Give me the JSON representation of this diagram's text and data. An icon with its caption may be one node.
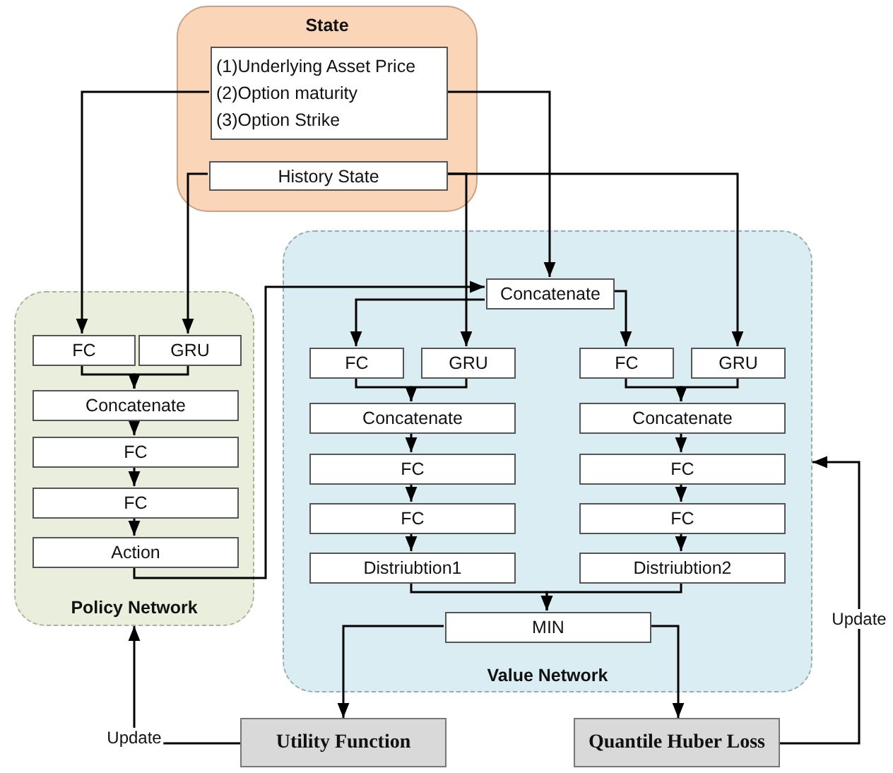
{
  "diagram": {
    "nodes": [
      {
        "text": [
          "State"
        ]
      },
      {
        "text": [
          "(1)Underlying Asset Price",
          "(2)Option maturity",
          "(3)Option Strike"
        ],
        "in": 0
      },
      {
        "text": [
          "History State"
        ],
        "in": 0
      },
      {
        "text": [
          "Policy Network"
        ]
      },
      {
        "text": [
          "FC"
        ],
        "in": 3
      },
      {
        "text": [
          "GRU"
        ],
        "in": 3
      },
      {
        "text": [
          "Concatenate"
        ],
        "in": 3
      },
      {
        "text": [
          "FC"
        ],
        "in": 3
      },
      {
        "text": [
          "FC"
        ],
        "in": 3
      },
      {
        "text": [
          "Action"
        ],
        "in": 3
      },
      {
        "text": [
          "Value Network"
        ]
      },
      {
        "text": [
          "Concatenate"
        ],
        "in": 10
      },
      {
        "text": [
          "FC"
        ],
        "in": 10
      },
      {
        "text": [
          "GRU"
        ],
        "in": 10
      },
      {
        "text": [
          "Concatenate"
        ],
        "in": 10
      },
      {
        "text": [
          "FC"
        ],
        "in": 10
      },
      {
        "text": [
          "FC"
        ],
        "in": 10
      },
      {
        "text": [
          "Distriubtion1"
        ],
        "in": 10
      },
      {
        "text": [
          "FC"
        ],
        "in": 10
      },
      {
        "text": [
          "GRU"
        ],
        "in": 10
      },
      {
        "text": [
          "Concatenate"
        ],
        "in": 10
      },
      {
        "text": [
          "FC"
        ],
        "in": 10
      },
      {
        "text": [
          "FC"
        ],
        "in": 10
      },
      {
        "text": [
          "Distriubtion2"
        ],
        "in": 10
      },
      {
        "text": [
          "MIN"
        ],
        "in": 10
      },
      {
        "text": [
          "Utility Function"
        ]
      },
      {
        "text": [
          "Quantile Huber Loss"
        ]
      }
    ],
    "edges": [
      {
        "from": 1,
        "to": 4,
        "arrow": "to"
      },
      {
        "from": 1,
        "to": 11,
        "arrow": "to"
      },
      {
        "from": 2,
        "to": 5,
        "arrow": "to"
      },
      {
        "from": 2,
        "to": 13,
        "arrow": "to"
      },
      {
        "from": 2,
        "to": 19,
        "arrow": "to"
      },
      {
        "from": 4,
        "to": 6,
        "arrow": "to"
      },
      {
        "from": 5,
        "to": 6,
        "arrow": "to"
      },
      {
        "from": 6,
        "to": 7,
        "arrow": "to"
      },
      {
        "from": 7,
        "to": 8,
        "arrow": "to"
      },
      {
        "from": 8,
        "to": 9,
        "arrow": "to"
      },
      {
        "from": 9,
        "to": 11,
        "arrow": "to"
      },
      {
        "from": 11,
        "to": 12,
        "arrow": "to"
      },
      {
        "from": 11,
        "to": 18,
        "arrow": "to"
      },
      {
        "from": 12,
        "to": 14,
        "arrow": "to"
      },
      {
        "from": 13,
        "to": 14,
        "arrow": "to"
      },
      {
        "from": 14,
        "to": 15,
        "arrow": "to"
      },
      {
        "from": 15,
        "to": 16,
        "arrow": "to"
      },
      {
        "from": 16,
        "to": 17,
        "arrow": "to"
      },
      {
        "from": 18,
        "to": 20,
        "arrow": "to"
      },
      {
        "from": 19,
        "to": 20,
        "arrow": "to"
      },
      {
        "from": 20,
        "to": 21,
        "arrow": "to"
      },
      {
        "from": 21,
        "to": 22,
        "arrow": "to"
      },
      {
        "from": 22,
        "to": 23,
        "arrow": "to"
      },
      {
        "from": 17,
        "to": 24,
        "arrow": "to"
      },
      {
        "from": 23,
        "to": 24,
        "arrow": "to"
      },
      {
        "from": 24,
        "to": 25,
        "arrow": "to"
      },
      {
        "from": 24,
        "to": 26,
        "arrow": "to"
      },
      {
        "from": 25,
        "to": 3,
        "arrow": "to",
        "label": "Update"
      },
      {
        "from": 26,
        "to": 10,
        "arrow": "to",
        "label": "Update"
      }
    ]
  }
}
